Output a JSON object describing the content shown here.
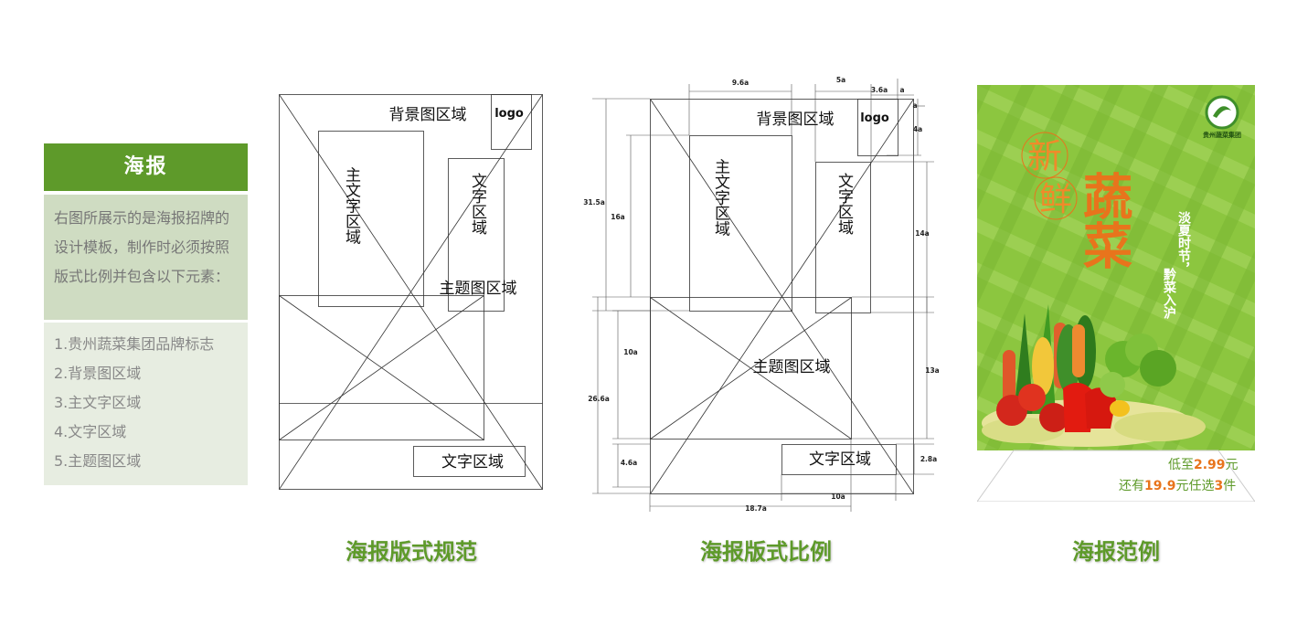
{
  "panel": {
    "title": "海报",
    "description": "右图所展示的是海报招牌的设计模板，制作时必须按照版式比例并包含以下元素：",
    "items": [
      "1.贵州蔬菜集团品牌标志",
      "2.背景图区域",
      "3.主文字区域",
      "4.文字区域",
      "5.主题图区域"
    ]
  },
  "layout_spec": {
    "background_area": "背景图区域",
    "logo": "logo",
    "main_text_area": "主文字区域",
    "text_area": "文字区域",
    "theme_image_area": "主题图区域",
    "bottom_text_area": "文字区域"
  },
  "proportions": {
    "dim_top_left": "9.6a",
    "dim_top_mid": "5a",
    "dim_top_right": "3.6a",
    "dim_a1": "a",
    "dim_a2": "a",
    "dim_logo_height": "4a",
    "dim_left_outer": "31.5a",
    "dim_left_inner": "16a",
    "dim_right_text": "14a",
    "dim_left_mid": "10a",
    "dim_left_lower": "26.6a",
    "dim_right_theme": "13a",
    "dim_left_bottom": "4.6a",
    "dim_right_bottom": "2.8a",
    "dim_bottom_inner": "10a",
    "dim_bottom_outer": "18.7a"
  },
  "captions": {
    "spec": "海报版式规范",
    "proportion": "海报版式比例",
    "example": "海报范例"
  },
  "example": {
    "brand_name": "贵州蔬菜集团",
    "headline_small_1": "新",
    "headline_small_2": "鲜",
    "headline_big": "蔬菜",
    "slogan_1": "淡夏时节，",
    "slogan_2": "黔菜入沪",
    "price_line1_prefix": "低至",
    "price_line1_value": "2.99",
    "price_line1_suffix": "元",
    "price_line2_prefix": "还有",
    "price_line2_value": "19.9",
    "price_line2_mid": "元任选",
    "price_line2_count": "3",
    "price_line2_suffix": "件"
  },
  "colors": {
    "brand_green": "#5e9a2a",
    "accent_orange": "#e8741c"
  }
}
